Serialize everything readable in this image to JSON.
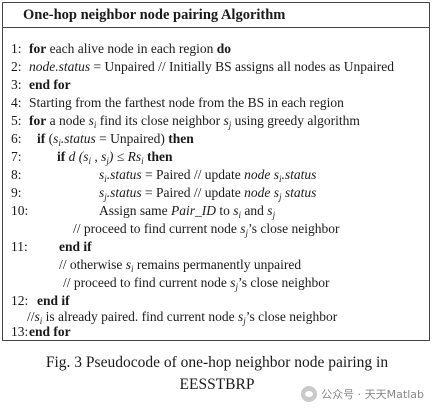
{
  "algorithm": {
    "title": "One-hop neighbor node pairing Algorithm",
    "lines": {
      "l1": {
        "num": "1:",
        "kw1": "for",
        "t1": " each alive node in each region ",
        "kw2": "do"
      },
      "l2": {
        "num": "2:",
        "var": "node.status",
        "t1": " = Unpaired // Initially BS assigns all nodes as Unpaired"
      },
      "l3": {
        "num": "3:",
        "kw1": "end for"
      },
      "l4": {
        "num": "4:",
        "t1": "Starting from the farthest node from the BS in each region"
      },
      "l5": {
        "num": "5:",
        "kw1": "for",
        "t1": " a node ",
        "s": "s",
        "si": "i",
        "t2": "  find its close neighbor ",
        "s2": "s",
        "sj": "j",
        "t3": " using greedy algorithm"
      },
      "l6": {
        "num": "6:",
        "kw1": "if",
        "t1": " (",
        "v": "s",
        "vs": "i",
        "t2": ".status",
        "t3": " = Unpaired) ",
        "kw2": "then"
      },
      "l7": {
        "num": "7:",
        "kw1": "if",
        "t1": " d",
        "t2": " (s",
        "s1": "i",
        "t3": " , s",
        "s2": "j",
        "t4": ")  ≤ Rs",
        "s3": "i",
        "kw2": " then"
      },
      "l8": {
        "num": "8:",
        "v": "s",
        "vs": "i",
        "t1": ".status",
        "t2": "  =    Paired    // update ",
        "t3": "node s",
        "s3": "i",
        "t4": ".status"
      },
      "l9": {
        "num": "9:",
        "v": "s",
        "vs": "j",
        "t1": ".status",
        "t2": "  =   Paired   // update ",
        "t3": "node s",
        "s3": "j",
        "t4": " status"
      },
      "l10": {
        "num": "10:",
        "t1": "Assign same ",
        "t2": "Pair_ID",
        "t3": " to  ",
        "v1": "s",
        "s1": "i",
        "t4": " and  ",
        "v2": "s",
        "s2": "j"
      },
      "l10b": {
        "t1": "// proceed to find current node ",
        "v": "s",
        "vs": "j",
        "t2": "’s close neighbor"
      },
      "l11": {
        "num": "11:",
        "kw1": "end if"
      },
      "l11b": {
        "t1": "// otherwise ",
        "v": "s",
        "vs": "i",
        "t2": " remains permanently unpaired"
      },
      "l11c": {
        "t1": "// proceed to find current node ",
        "v": "s",
        "vs": "j",
        "t2": "’s close neighbor"
      },
      "l12": {
        "num": "12:",
        "kw1": "end if"
      },
      "l12b": {
        "t1": "//",
        "v": "s",
        "vs": "i",
        "t2": " is already paired. find current node ",
        "v2": "s",
        "vs2": "j",
        "t3": "’s close neighbor"
      },
      "l13": {
        "num": "13:",
        "kw1": "end for"
      }
    }
  },
  "caption": {
    "line1": "Fig. 3    Pseudocode of one-hop neighbor node pairing in",
    "line2": "EESSTBRP"
  },
  "watermark": {
    "text": "公众号 · 天天Matlab",
    "icon": "wechat-icon"
  }
}
